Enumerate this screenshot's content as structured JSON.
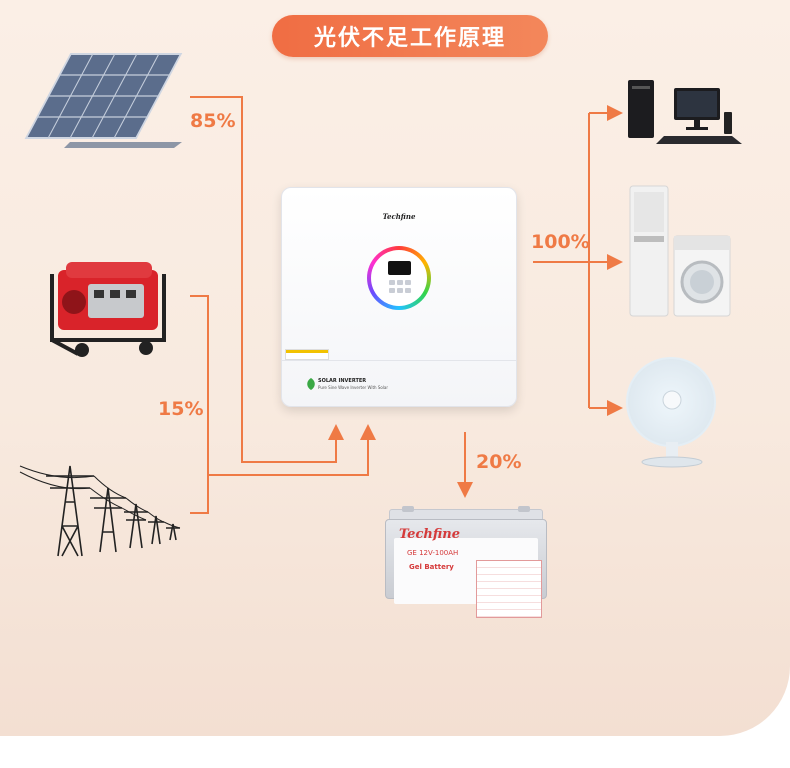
{
  "title": "光伏不足工作原理",
  "percentages": {
    "solar": "85%",
    "generator_grid": "15%",
    "load": "100%",
    "battery": "20%"
  },
  "inverter": {
    "brand": "Techfine",
    "label": "SOLAR INVERTER",
    "sub": "Pure Sine Wave Inverter With Solar"
  },
  "battery": {
    "brand": "Techfine",
    "model": "GE 12V-100AH",
    "type": "Gel Battery"
  },
  "colors": {
    "accent": "#ef7a45",
    "background": "#fbefe6"
  }
}
